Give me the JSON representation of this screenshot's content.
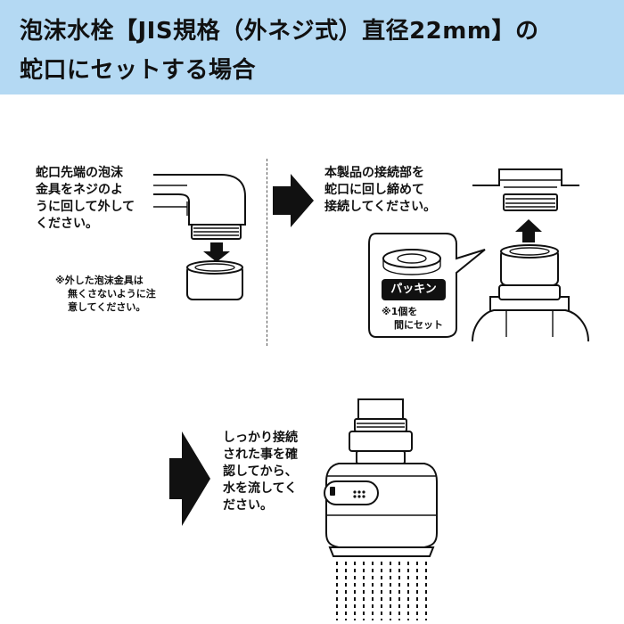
{
  "header": {
    "title_line1": "泡沫水栓【JIS規格（外ネジ式）直径22mm】の",
    "title_line2": "蛇口にセットする場合",
    "background_color": "#b4d9f3"
  },
  "step1": {
    "lines": [
      "蛇口先端の泡沫",
      "金具をネジのよ",
      "うに回して外して",
      "ください。"
    ],
    "note_lines": [
      "※外した泡沫金具は",
      "無くさないように注",
      "意してください。"
    ]
  },
  "step2": {
    "lines": [
      "本製品の接続部を",
      "蛇口に回し締めて",
      "接続してください。"
    ],
    "gasket_label": "パッキン",
    "gasket_note_lines": [
      "※1個を",
      "間にセット"
    ]
  },
  "step3": {
    "lines": [
      "しっかり接続",
      "された事を確",
      "認してから、",
      "水を流してく",
      "ださい。"
    ]
  },
  "icons": [
    "arrow-right-icon",
    "arrow-down-icon",
    "arrow-up-icon"
  ]
}
